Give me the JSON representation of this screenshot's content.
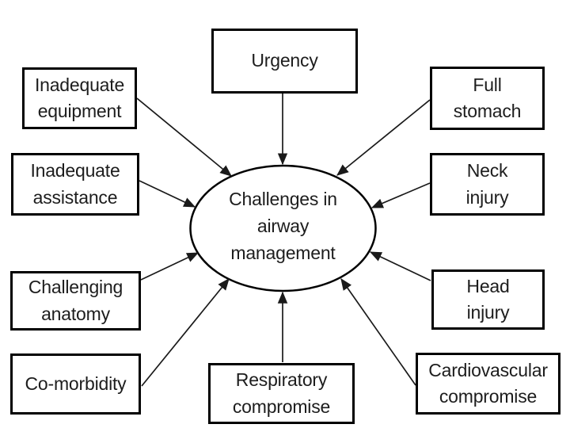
{
  "diagram": {
    "center": {
      "label": "Challenges in\nairway\nmanagement"
    },
    "nodes": [
      {
        "id": "urgency",
        "label": "Urgency"
      },
      {
        "id": "inadequate-equipment",
        "label": "Inadequate\nequipment"
      },
      {
        "id": "inadequate-assistance",
        "label": "Inadequate\nassistance"
      },
      {
        "id": "challenging-anatomy",
        "label": "Challenging\nanatomy"
      },
      {
        "id": "co-morbidity",
        "label": "Co-morbidity"
      },
      {
        "id": "respiratory-compromise",
        "label": "Respiratory\ncompromise"
      },
      {
        "id": "full-stomach",
        "label": "Full\nstomach"
      },
      {
        "id": "neck-injury",
        "label": "Neck\ninjury"
      },
      {
        "id": "head-injury",
        "label": "Head\ninjury"
      },
      {
        "id": "cardiovascular-compromise",
        "label": "Cardiovascular\ncompromise"
      }
    ],
    "colors": {
      "background": "#ffffff",
      "border": "#000000",
      "line": "#1a1a1a",
      "text": "#1d1d1d"
    }
  }
}
